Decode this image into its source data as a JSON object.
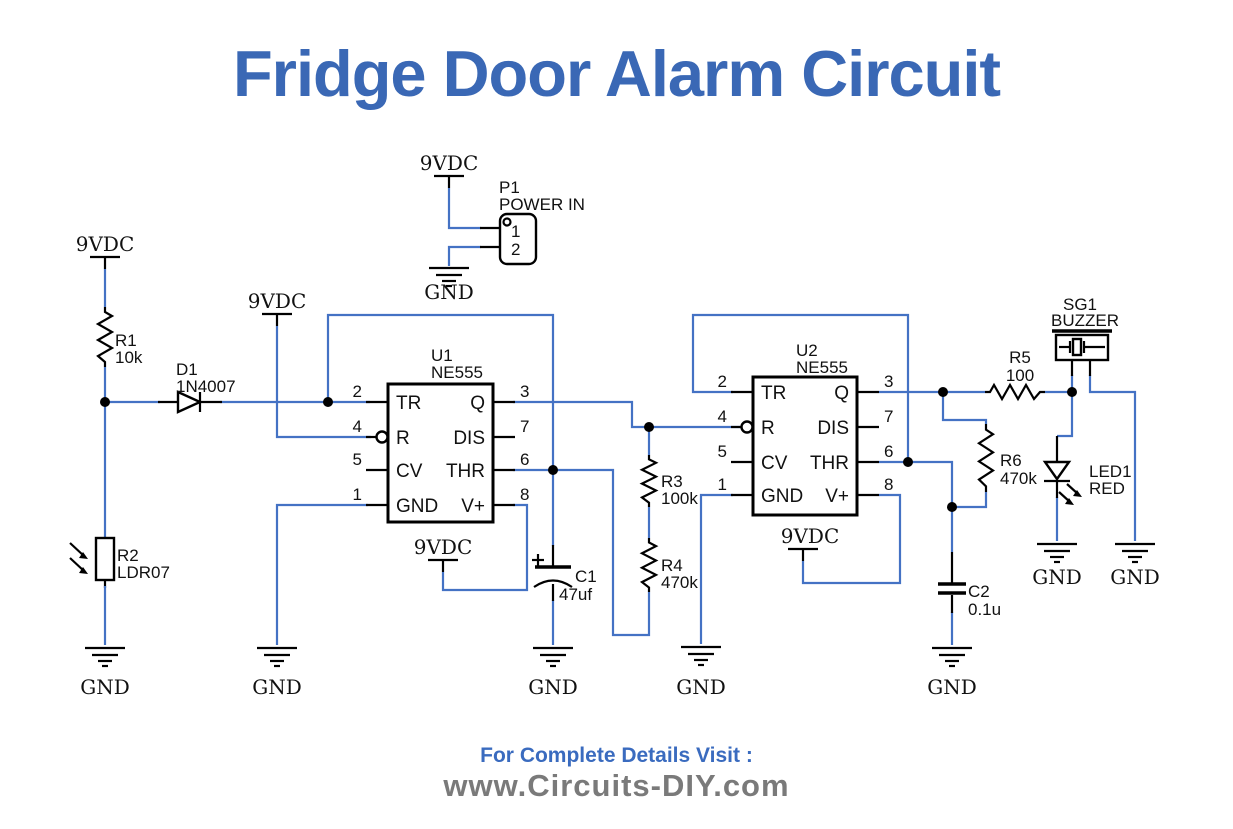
{
  "title": "Fridge Door Alarm Circuit",
  "footer": {
    "visit": "For Complete Details Visit :",
    "site": "www.Circuits-DIY.com"
  },
  "colors": {
    "wire": "#4472C4",
    "title_blue": "#3A68B5",
    "footer_blue": "#3A6BBF",
    "footer_gray": "#7A7A7A",
    "ink": "#000000"
  },
  "net_labels": {
    "vdc": "9VDC",
    "gnd": "GND"
  },
  "ic_pin_names": {
    "tr": "TR",
    "r": "R",
    "cv": "CV",
    "gnd": "GND",
    "q": "Q",
    "dis": "DIS",
    "thr": "THR",
    "vplus": "V+"
  },
  "pin_numbers": {
    "p1": "1",
    "p2": "2",
    "p3": "3",
    "p4": "4",
    "p5": "5",
    "p6": "6",
    "p7": "7",
    "p8": "8"
  },
  "components": {
    "p1": {
      "ref": "P1",
      "name": "POWER IN",
      "pin1": "1",
      "pin2": "2"
    },
    "u1": {
      "ref": "U1",
      "part": "NE555"
    },
    "u2": {
      "ref": "U2",
      "part": "NE555"
    },
    "r1": {
      "ref": "R1",
      "value": "10k"
    },
    "r2": {
      "ref": "R2",
      "value": "LDR07"
    },
    "r3": {
      "ref": "R3",
      "value": "100k"
    },
    "r4": {
      "ref": "R4",
      "value": "470k"
    },
    "r5": {
      "ref": "R5",
      "value": "100"
    },
    "r6": {
      "ref": "R6",
      "value": "470k"
    },
    "c1": {
      "ref": "C1",
      "value": "47uf"
    },
    "c2": {
      "ref": "C2",
      "value": "0.1u"
    },
    "d1": {
      "ref": "D1",
      "value": "1N4007"
    },
    "led1": {
      "ref": "LED1",
      "value": "RED"
    },
    "sg1": {
      "ref": "SG1",
      "value": "BUZZER"
    }
  }
}
